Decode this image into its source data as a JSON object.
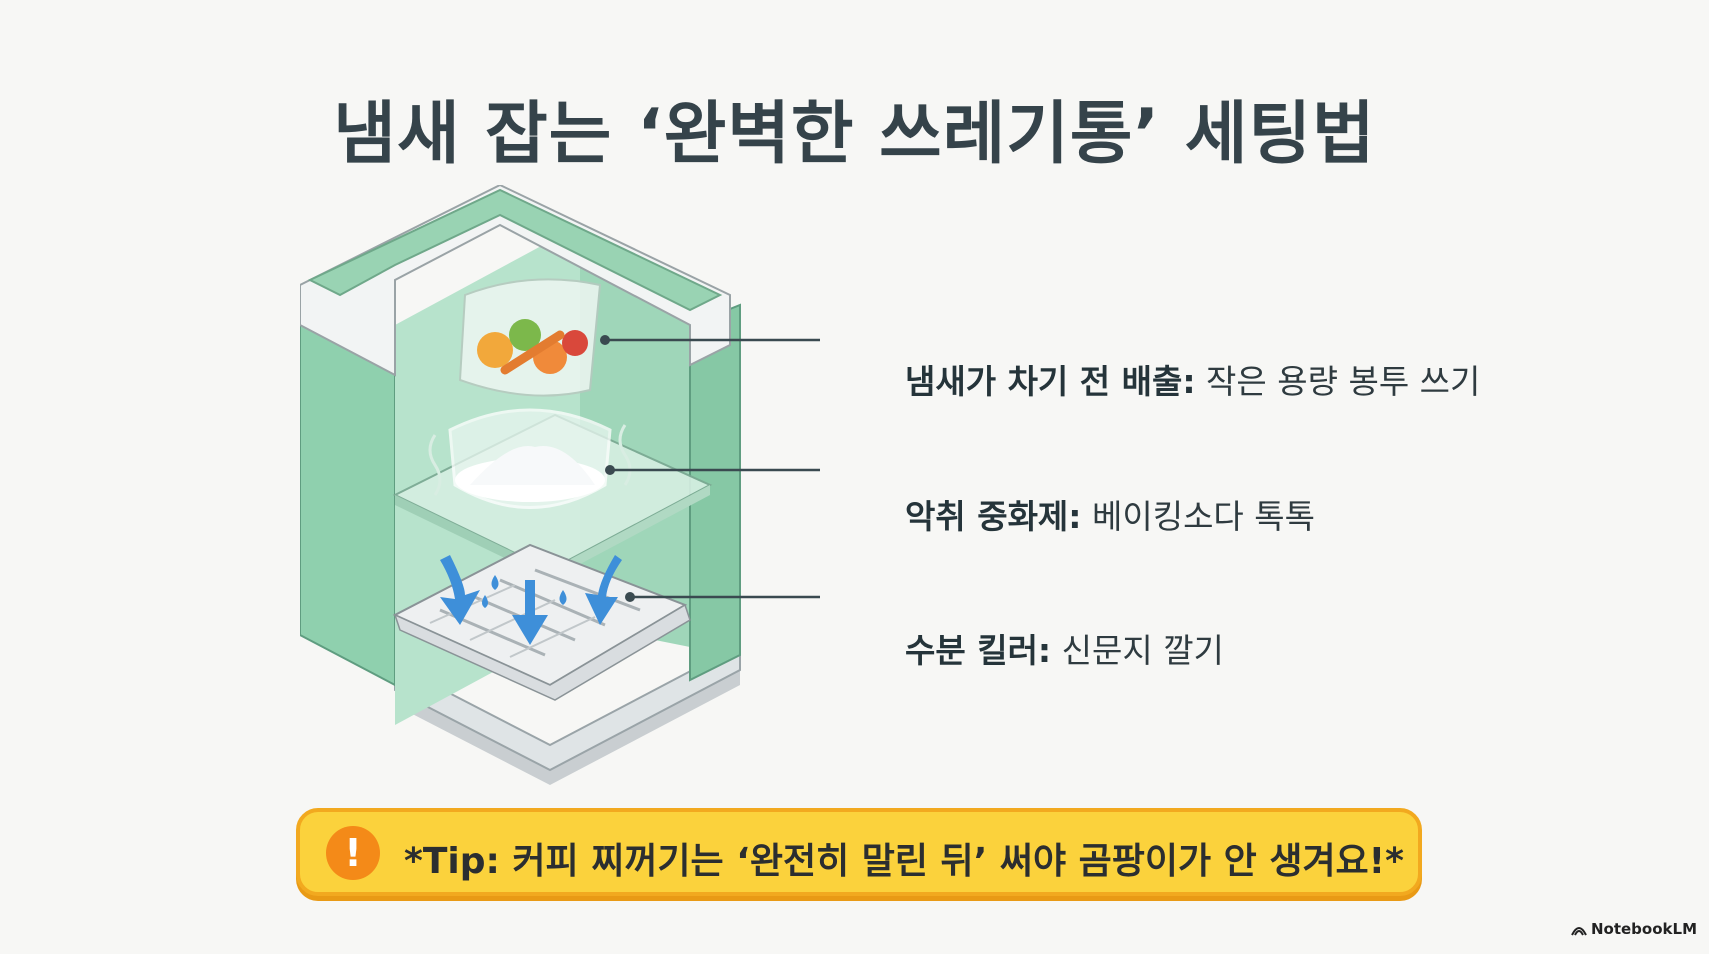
{
  "title": "냄새 잡는 ‘완벽한 쓰레기통’ 세팅법",
  "callouts": [
    {
      "bold": "냄새가 차기 전 배출:",
      "text": " 작은 용량 봉투 쓰기"
    },
    {
      "bold": "악취 중화제:",
      "text": " 베이킹소다 톡톡"
    },
    {
      "bold": "수분 킬러:",
      "text": " 신문지 깔기"
    }
  ],
  "tip": {
    "icon": "exclamation-icon",
    "text": "*Tip: 커피 찌꺼기는 ‘완전히 말린 뒤’ 써야 곰팡이가 안 생겨요!*"
  },
  "brand": "NotebookLM",
  "colors": {
    "bin": "#a8dcc1",
    "bin_dark": "#7fc4a3",
    "arrow": "#3e8fd9",
    "tip_bg": "#fbd23c",
    "tip_border": "#f2a91f",
    "tip_icon": "#f48a18"
  }
}
